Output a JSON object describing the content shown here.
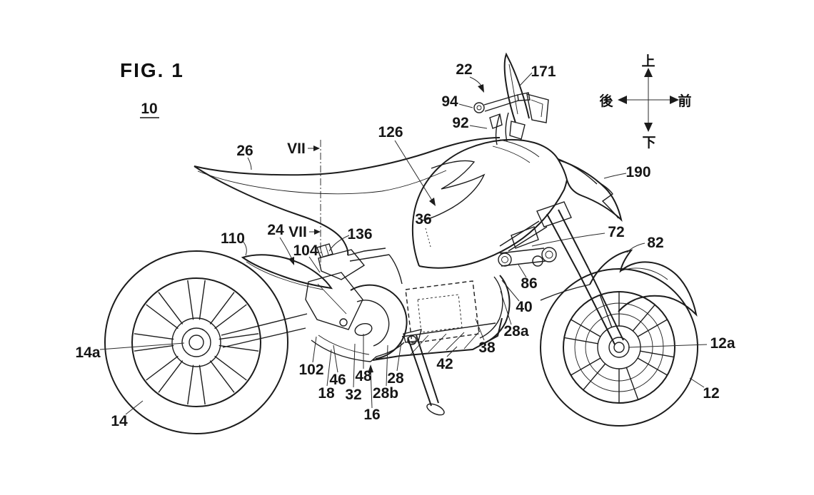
{
  "figure": {
    "title": "FIG. 1",
    "reference_number": "10"
  },
  "section_marker": {
    "label": "VII"
  },
  "compass": {
    "up": "上",
    "down": "下",
    "rear": "後",
    "front": "前"
  },
  "reference_labels": {
    "12": "12",
    "12a": "12a",
    "14": "14",
    "14a": "14a",
    "16": "16",
    "18": "18",
    "22": "22",
    "24": "24",
    "26": "26",
    "28": "28",
    "28a": "28a",
    "28b": "28b",
    "32": "32",
    "36": "36",
    "38": "38",
    "40": "40",
    "42": "42",
    "46": "46",
    "48": "48",
    "72": "72",
    "82": "82",
    "86": "86",
    "92": "92",
    "94": "94",
    "102": "102",
    "104": "104",
    "110": "110",
    "126": "126",
    "136": "136",
    "171": "171",
    "190": "190"
  }
}
